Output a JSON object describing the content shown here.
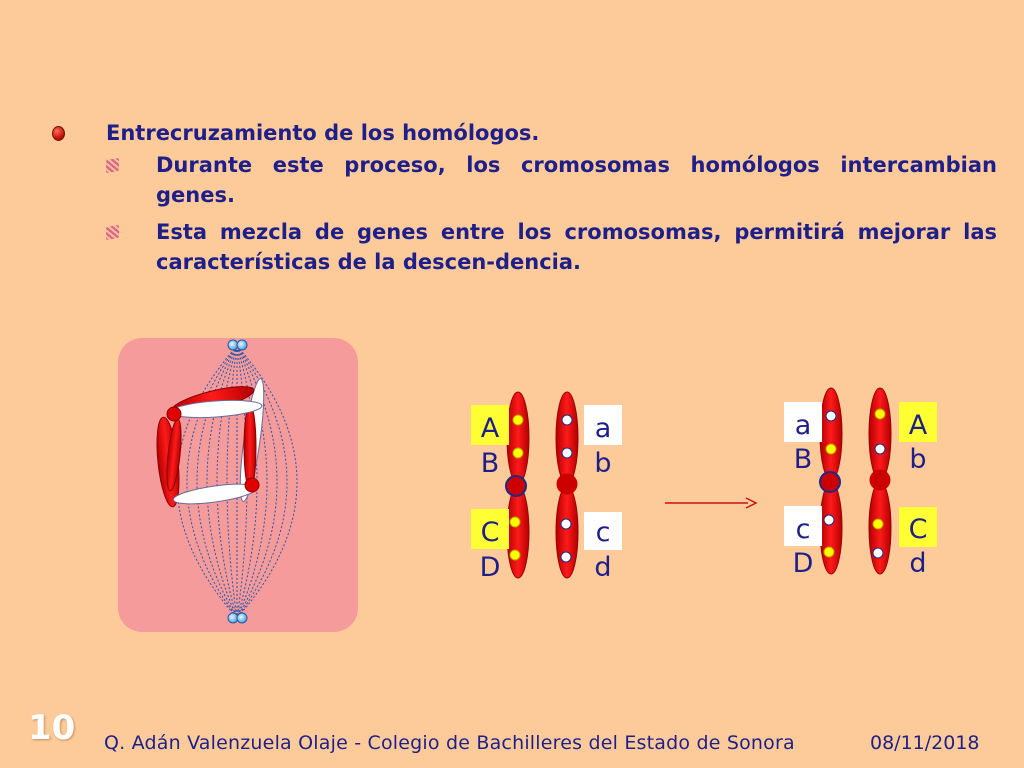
{
  "slide": {
    "bullet_main": "Entrecruzamiento de los homólogos.",
    "sub_bullets": [
      "Durante este proceso, los cromosomas homólogos intercambian genes.",
      "Esta mezcla de genes entre los cromosomas, permitirá mejorar las características de la descen-dencia."
    ]
  },
  "genes": {
    "before": {
      "left_chromosome": [
        "A",
        "B",
        "C",
        "D"
      ],
      "right_chromosome": [
        "a",
        "b",
        "c",
        "d"
      ]
    },
    "after": {
      "left_chromosome": [
        "a",
        "B",
        "c",
        "D"
      ],
      "right_chromosome": [
        "A",
        "b",
        "C",
        "d"
      ]
    }
  },
  "footer": {
    "slide_number": "10",
    "author": "Q. Adán Valenzuela Olaje - Colegio de Bachilleres del Estado de Sonora",
    "date": "08/11/2018"
  },
  "colors": {
    "background": "#fdcb9a",
    "text": "#1f1f8a",
    "chromosome": "#e60000",
    "highlight": "#ffff33",
    "spindle_box": "#f59b9b"
  }
}
